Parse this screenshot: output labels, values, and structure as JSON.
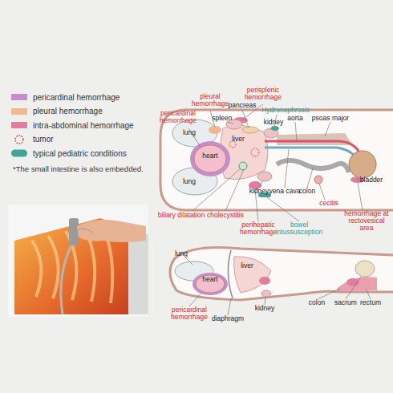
{
  "diagram": {
    "labels": [
      "pleural hemorrhage",
      "pericardinal hemorrhage",
      "perisplenic hemorrhage",
      "pancreas",
      "spleen",
      "Hydronephrosis",
      "kidney",
      "aorta",
      "psoas major",
      "lung",
      "heart",
      "liver",
      "lung",
      "bladder",
      "kidney",
      "vena cava",
      "colon",
      "biliary dilatation",
      "cholecystitis",
      "perihepatic hemorrhage",
      "bowel intussusception",
      "cecitis",
      "hemorrhage at rectovesical area",
      "lung",
      "heart",
      "liver",
      "pericardinal hemorrhage",
      "diaphragm",
      "kidney",
      "colon",
      "sacrum",
      "rectum",
      "*The small intestine is also embedded."
    ],
    "legend": [
      {
        "text": "pericardinal hemorrhage",
        "color": "#c48ec8"
      },
      {
        "text": "pleural hemorrhage",
        "color": "#f4b591"
      },
      {
        "text": "intra-abdominal hemorrhage",
        "color": "#e27d9f"
      },
      {
        "text": "tumor"
      },
      {
        "text": "typical pediatric conditions",
        "color": "#43a396"
      }
    ]
  }
}
